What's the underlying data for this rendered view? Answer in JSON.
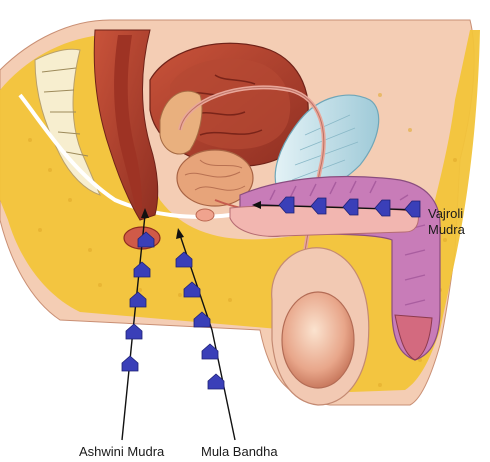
{
  "labels": {
    "ashwini": "Ashwini Mudra",
    "mula": "Mula Bandha",
    "vajroli_line1": "Vajroli",
    "vajroli_line2": "Mudra"
  },
  "colors": {
    "marker": "#3a3fb8",
    "fat": "#f2c43a",
    "muscle": "#b3452e",
    "skin": "#f7d7c0",
    "erectile": "#c87cb8",
    "bladder_wall": "#c46a4a",
    "prostate": "#e7a47a",
    "bone": "#bfe0ea"
  }
}
